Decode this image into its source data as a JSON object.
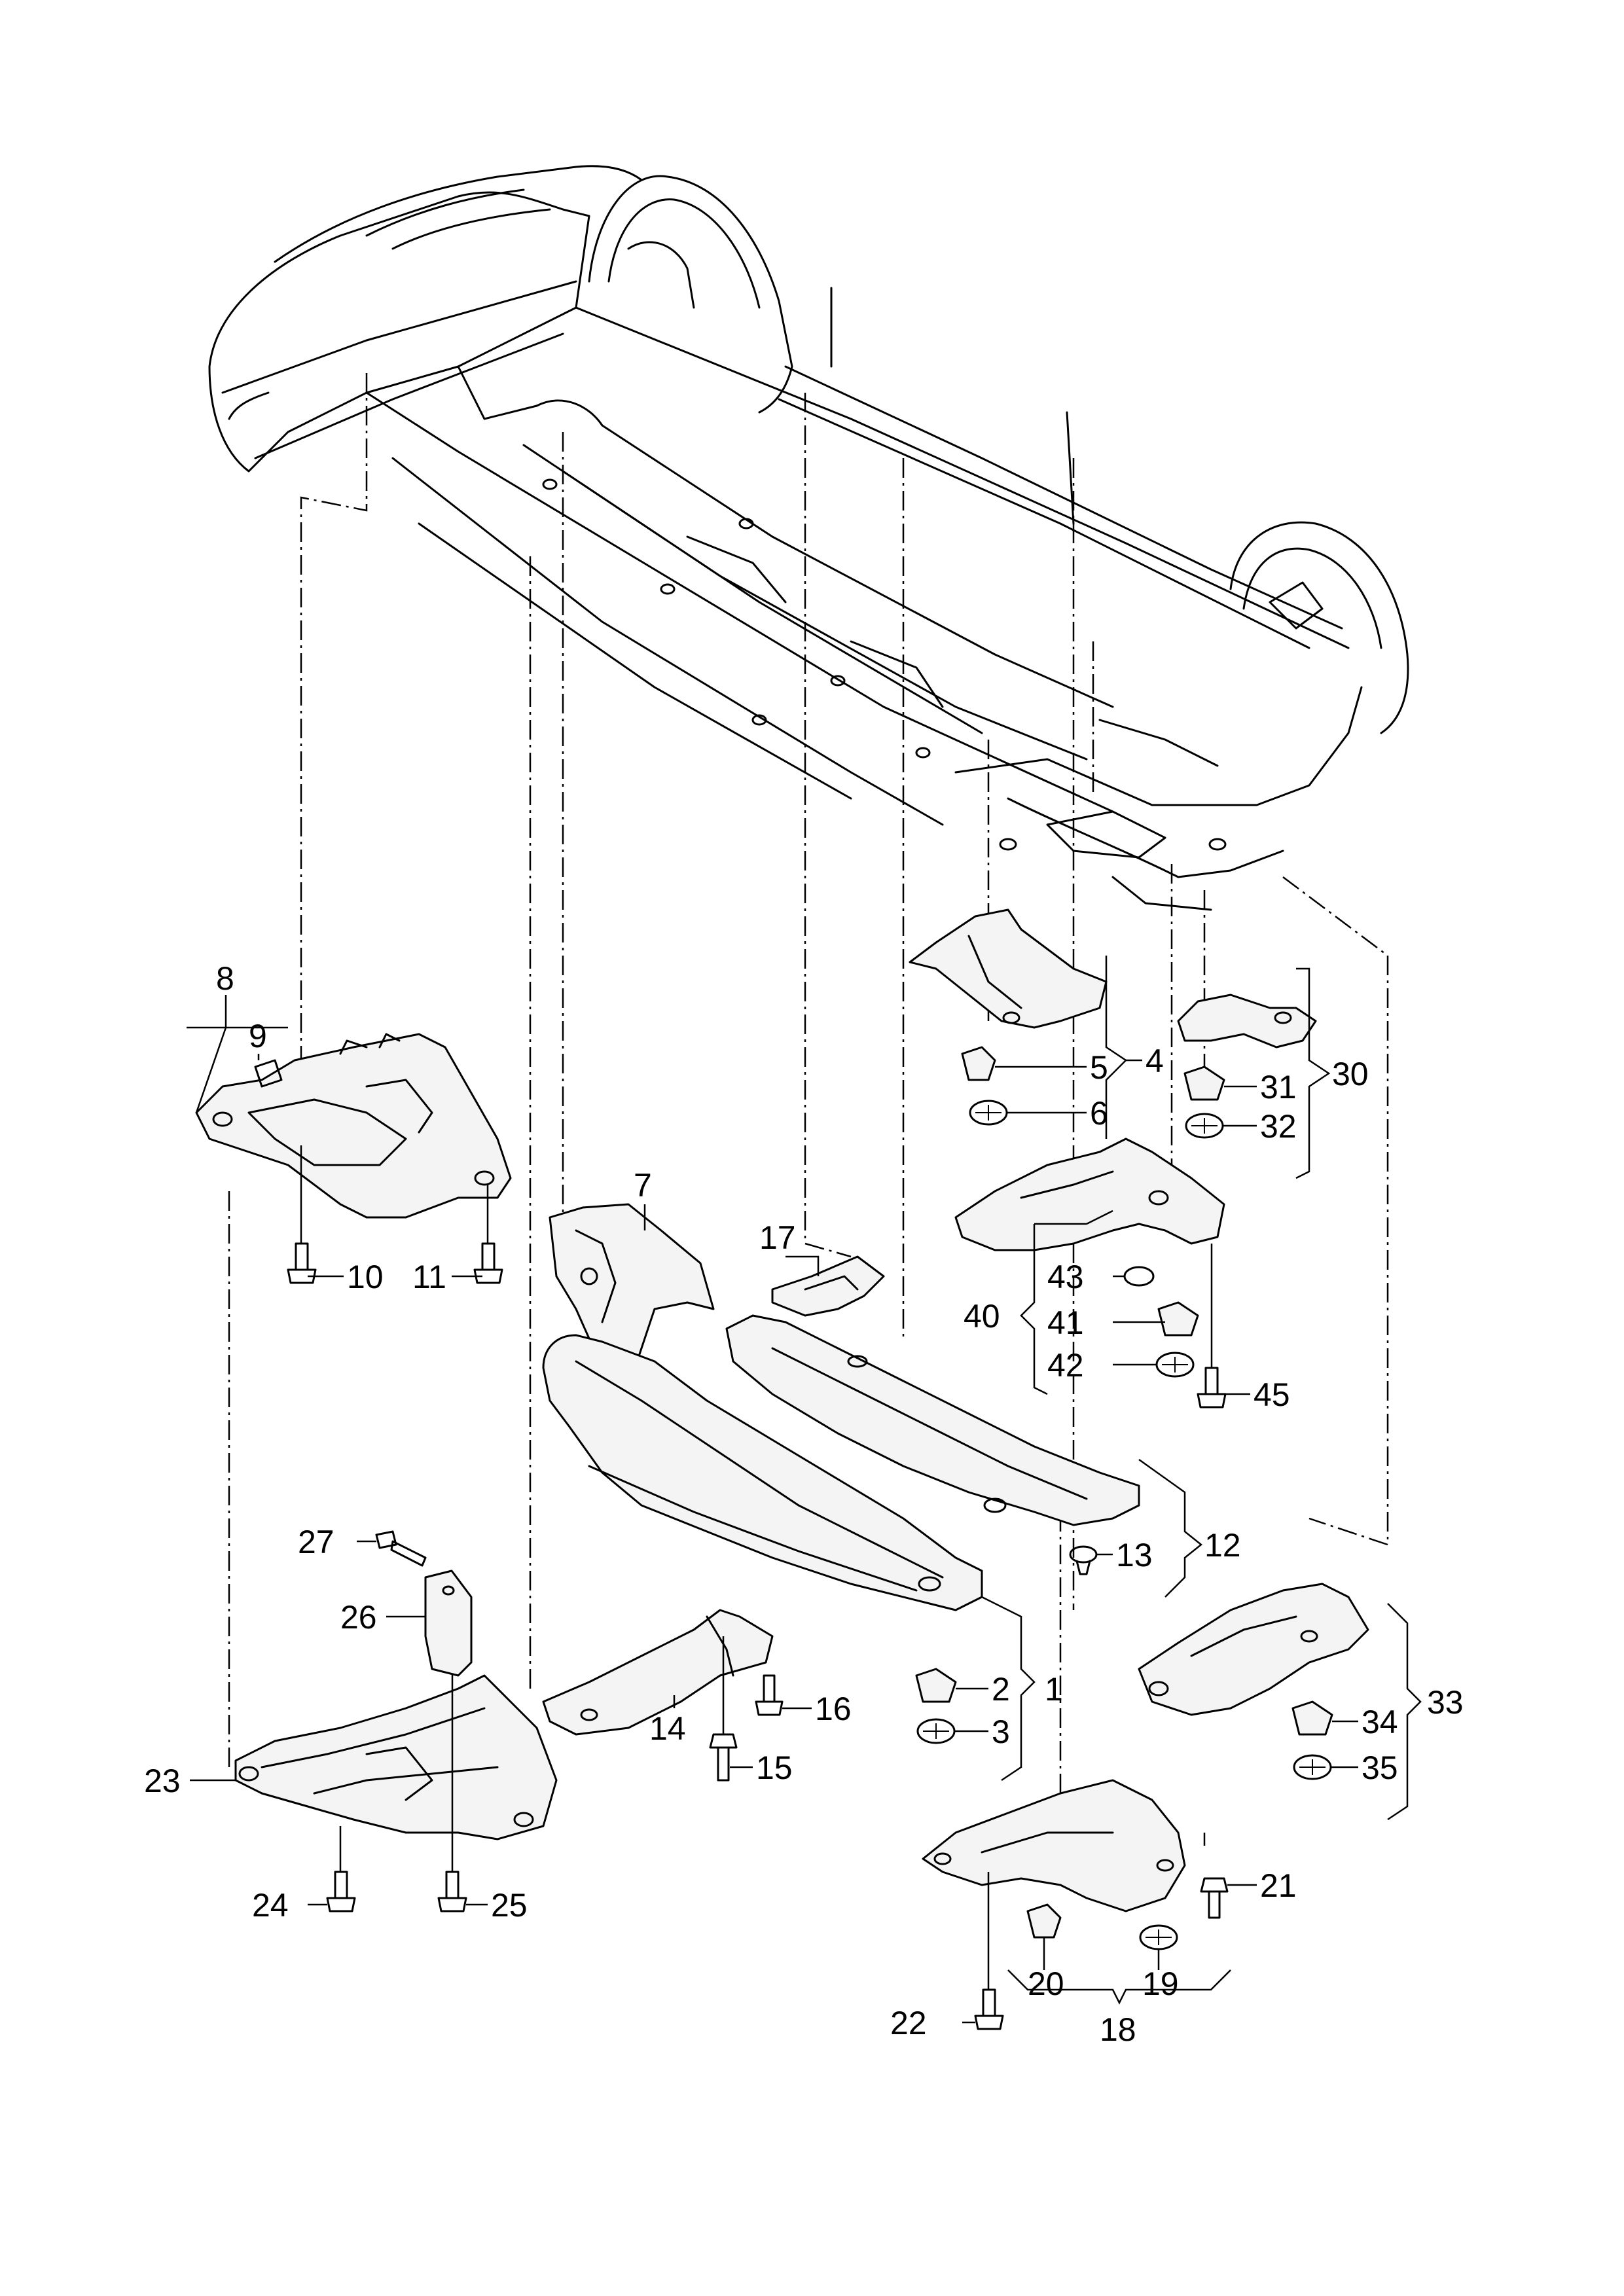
{
  "callouts": [
    {
      "n": "1"
    },
    {
      "n": "2"
    },
    {
      "n": "3"
    },
    {
      "n": "4"
    },
    {
      "n": "5"
    },
    {
      "n": "6"
    },
    {
      "n": "7"
    },
    {
      "n": "8"
    },
    {
      "n": "9"
    },
    {
      "n": "10"
    },
    {
      "n": "11"
    },
    {
      "n": "12"
    },
    {
      "n": "13"
    },
    {
      "n": "14"
    },
    {
      "n": "15"
    },
    {
      "n": "16"
    },
    {
      "n": "17"
    },
    {
      "n": "18"
    },
    {
      "n": "19"
    },
    {
      "n": "20"
    },
    {
      "n": "21"
    },
    {
      "n": "22"
    },
    {
      "n": "23"
    },
    {
      "n": "24"
    },
    {
      "n": "25"
    },
    {
      "n": "26"
    },
    {
      "n": "27"
    },
    {
      "n": "30"
    },
    {
      "n": "31"
    },
    {
      "n": "32"
    },
    {
      "n": "33"
    },
    {
      "n": "34"
    },
    {
      "n": "35"
    },
    {
      "n": "40"
    },
    {
      "n": "41"
    },
    {
      "n": "42"
    },
    {
      "n": "43"
    },
    {
      "n": "45"
    }
  ]
}
